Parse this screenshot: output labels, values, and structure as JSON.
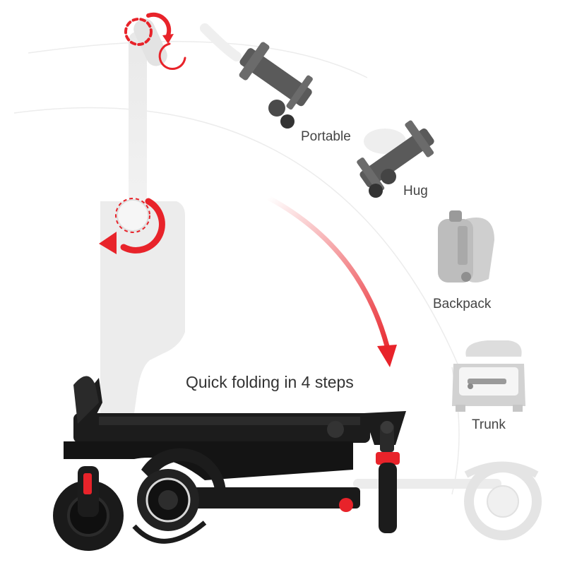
{
  "headline": "Quick folding in 4 steps",
  "carry_options": [
    {
      "label": "Portable",
      "icon": "person-carrying-scooter-icon"
    },
    {
      "label": "Hug",
      "icon": "person-hugging-scooter-icon"
    },
    {
      "label": "Backpack",
      "icon": "backpack-icon"
    },
    {
      "label": "Trunk",
      "icon": "car-trunk-icon"
    }
  ],
  "colors": {
    "accent_red": "#e8232a",
    "scooter_black": "#1c1c1c",
    "ghost_gray": "#e6e6e6",
    "silhouette_gray": "#bdbdbd",
    "carry_icon_gray": "#5a5a5a"
  }
}
